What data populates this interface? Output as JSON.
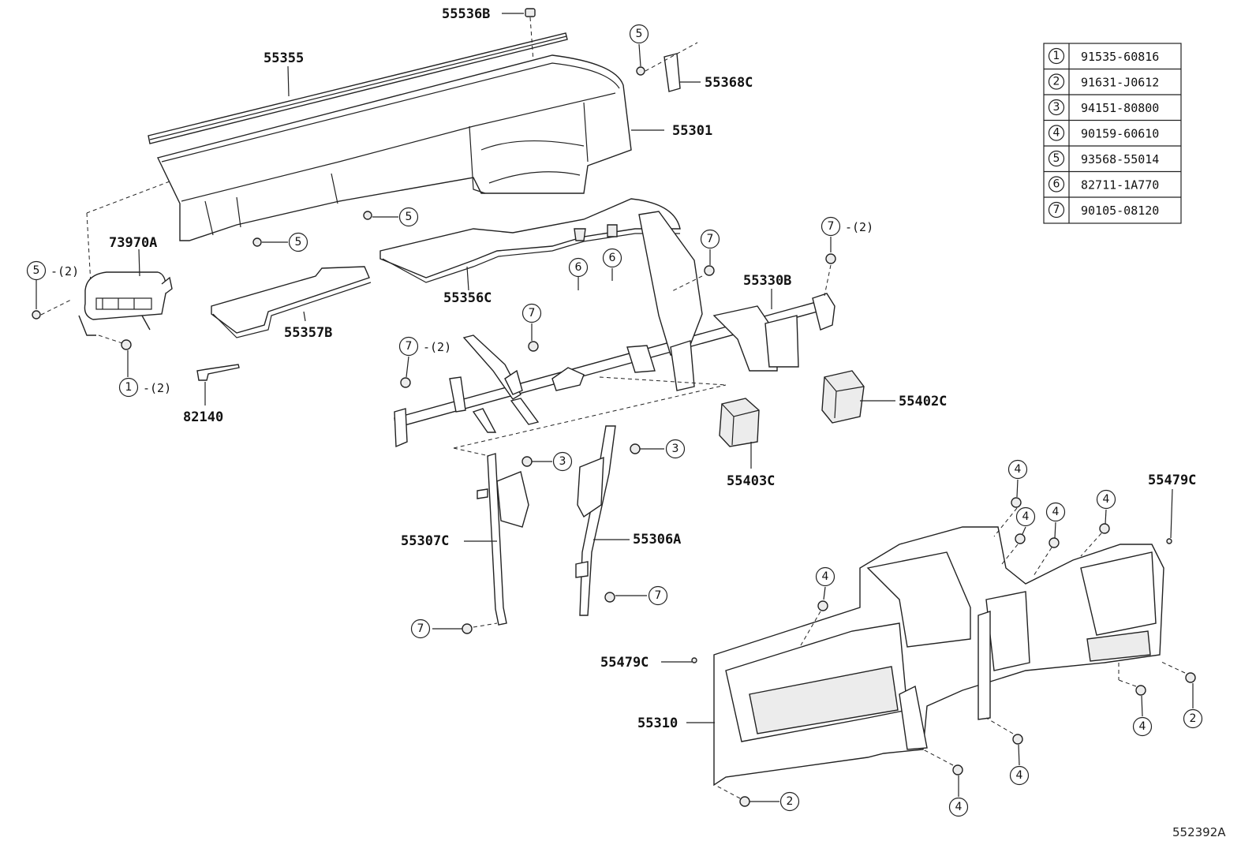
{
  "parts": {
    "p55536B": "55536B",
    "p55355": "55355",
    "p55368C": "55368C",
    "p55301": "55301",
    "p73970A": "73970A",
    "p55356C": "55356C",
    "p55357B": "55357B",
    "p55330B": "55330B",
    "p82140": "82140",
    "p55402C": "55402C",
    "p55403C": "55403C",
    "p55307C": "55307C",
    "p55306A": "55306A",
    "p55479C_a": "55479C",
    "p55479C_b": "55479C",
    "p55310": "55310"
  },
  "callouts": {
    "c1": "1",
    "c2": "2",
    "c3": "3",
    "c4": "4",
    "c5": "5",
    "c6": "6",
    "c7": "7"
  },
  "qty": {
    "q2": "-(2)"
  },
  "fastener_table": [
    {
      "num": "1",
      "code": "91535-60816"
    },
    {
      "num": "2",
      "code": "91631-J0612"
    },
    {
      "num": "3",
      "code": "94151-80800"
    },
    {
      "num": "4",
      "code": "90159-60610"
    },
    {
      "num": "5",
      "code": "93568-55014"
    },
    {
      "num": "6",
      "code": "82711-1A770"
    },
    {
      "num": "7",
      "code": "90105-08120"
    }
  ],
  "diagram_ref": "552392A"
}
